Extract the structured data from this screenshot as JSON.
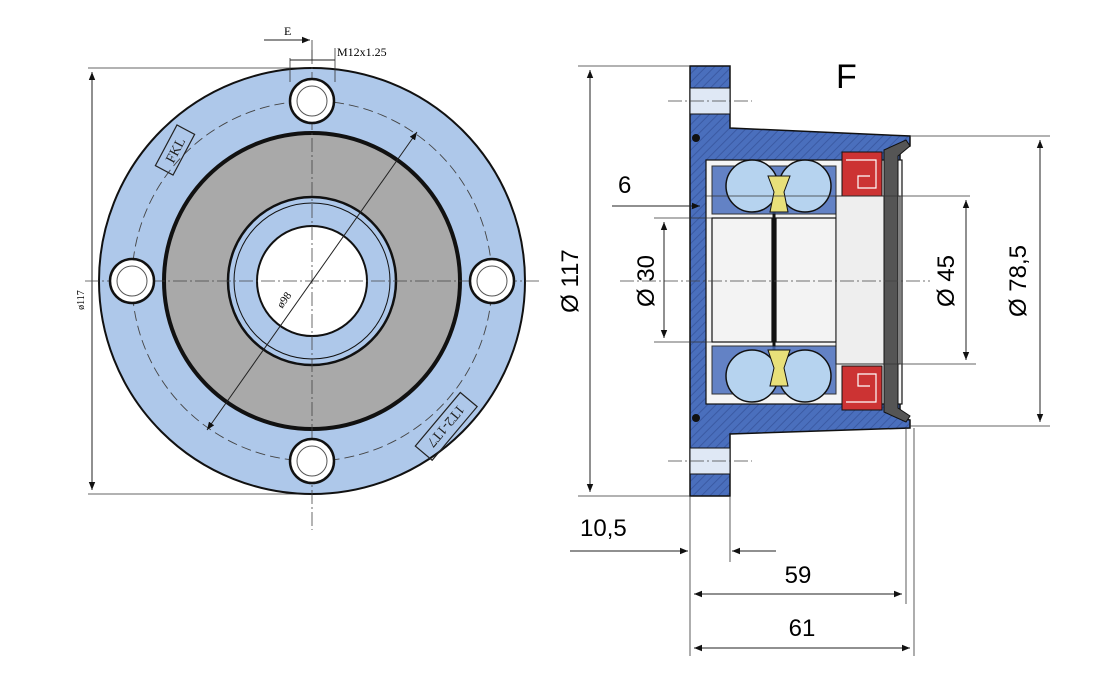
{
  "diagram": {
    "front_view": {
      "label_e": "E",
      "thread": "M12x1.25",
      "dia_outer": "ø117",
      "dia_bolt": "ø98",
      "brand": "FKL",
      "code": "1T2-1T7",
      "colors": {
        "flange": "#aec8ea",
        "ring": "#a9a9a9",
        "bore": "#ffffff",
        "outline": "#111111"
      }
    },
    "section_view": {
      "view_label": "F",
      "dims": {
        "d117": "Ø 117",
        "d30": "Ø 30",
        "d45": "Ø 45",
        "d785": "Ø 78,5",
        "w6": "6",
        "w105": "10,5",
        "w59": "59",
        "w61": "61"
      },
      "colors": {
        "housing": "#4a6fbd",
        "ball": "#b6d3ef",
        "seal": "#cc3333",
        "cage": "#e8e07a",
        "inner": "#f3f3f3"
      }
    }
  }
}
